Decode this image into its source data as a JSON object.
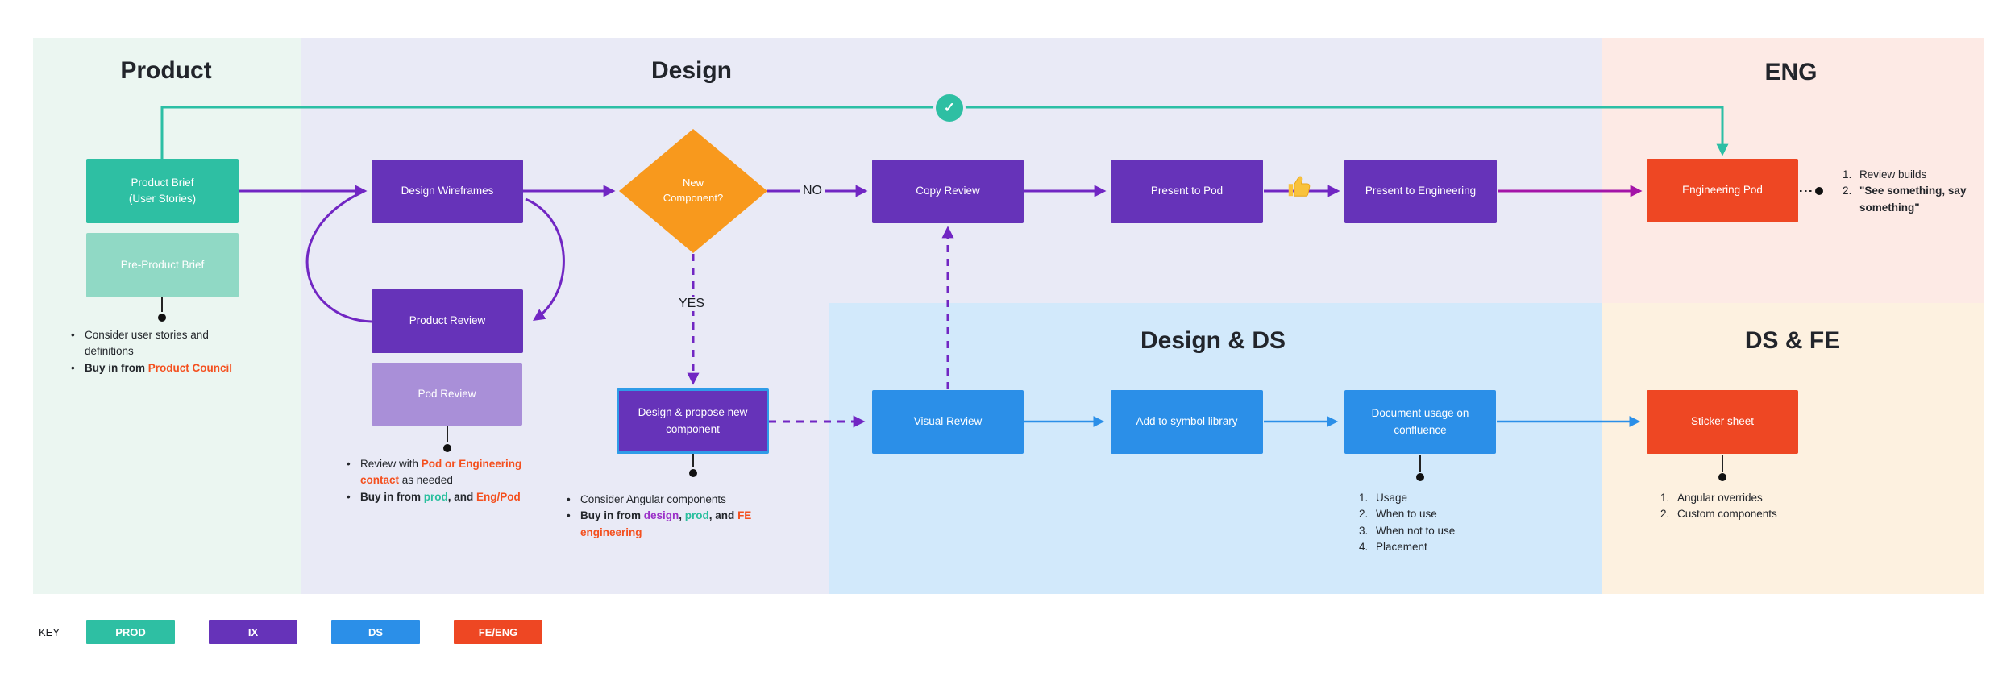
{
  "lanes": {
    "product": "Product",
    "design": "Design",
    "eng": "ENG",
    "design_ds": "Design & DS",
    "ds_fe": "DS & FE"
  },
  "nodes": {
    "product_brief": "Product Brief\n(User Stories)",
    "pre_product_brief": "Pre-Product Brief",
    "design_wireframes": "Design Wireframes",
    "product_review": "Product Review",
    "pod_review": "Pod Review",
    "new_component": "New\nComponent?",
    "copy_review": "Copy Review",
    "present_to_pod": "Present to Pod",
    "present_to_engineering": "Present to Engineering",
    "engineering_pod": "Engineering Pod",
    "design_propose": "Design & propose new\ncomponent",
    "visual_review": "Visual Review",
    "add_symbol_library": "Add to symbol library",
    "document_usage": "Document usage on\nconfluence",
    "sticker_sheet": "Sticker sheet"
  },
  "labels": {
    "no": "NO",
    "yes": "YES",
    "check": "✓"
  },
  "icons": {
    "approved_check": "check-icon",
    "thumbs_up": "thumbs-up-icon"
  },
  "notes": {
    "product": [
      [
        {
          "t": "•",
          "c": "mk"
        },
        {
          "t": "Consider user stories and definitions"
        }
      ],
      [
        {
          "t": "•",
          "c": "mk"
        },
        {
          "t": "Buy in from ",
          "c": "b"
        },
        {
          "t": "Product Council",
          "c": "b c-red"
        }
      ]
    ],
    "pod": [
      [
        {
          "t": "•",
          "c": "mk"
        },
        {
          "t": "Review with "
        },
        {
          "t": "Pod or Engineering contact",
          "c": "b c-red"
        },
        {
          "t": " as needed"
        }
      ],
      [
        {
          "t": "•",
          "c": "mk"
        },
        {
          "t": "Buy in from ",
          "c": "b"
        },
        {
          "t": "prod",
          "c": "b c-green"
        },
        {
          "t": ", and ",
          "c": "b"
        },
        {
          "t": "Eng/Pod",
          "c": "b c-red"
        }
      ]
    ],
    "propose": [
      [
        {
          "t": "•",
          "c": "mk"
        },
        {
          "t": "Consider Angular components"
        }
      ],
      [
        {
          "t": "•",
          "c": "mk"
        },
        {
          "t": "Buy in from ",
          "c": "b"
        },
        {
          "t": "design",
          "c": "b c-purple"
        },
        {
          "t": ", ",
          "c": "b"
        },
        {
          "t": "prod",
          "c": "b c-green"
        },
        {
          "t": ", and ",
          "c": "b"
        },
        {
          "t": "FE engineering",
          "c": "b c-red"
        }
      ]
    ],
    "eng": [
      [
        {
          "t": "1.",
          "c": "mkn"
        },
        {
          "t": "Review builds"
        }
      ],
      [
        {
          "t": "2.",
          "c": "mkn"
        },
        {
          "t": "\"See something, say something\"",
          "c": "b"
        }
      ]
    ],
    "design_ds": [
      [
        {
          "t": "1.",
          "c": "mkn"
        },
        {
          "t": "Usage"
        }
      ],
      [
        {
          "t": "2.",
          "c": "mkn"
        },
        {
          "t": "When to use"
        }
      ],
      [
        {
          "t": "3.",
          "c": "mkn"
        },
        {
          "t": "When not to use"
        }
      ],
      [
        {
          "t": "4.",
          "c": "mkn"
        },
        {
          "t": "Placement"
        }
      ]
    ],
    "ds_fe": [
      [
        {
          "t": "1.",
          "c": "mkn"
        },
        {
          "t": "Angular overrides"
        }
      ],
      [
        {
          "t": "2.",
          "c": "mkn"
        },
        {
          "t": "Custom components"
        }
      ]
    ]
  },
  "key": {
    "label": "KEY",
    "items": [
      {
        "label": "PROD",
        "color": "#2ebfa3"
      },
      {
        "label": "IX",
        "color": "#6633b9"
      },
      {
        "label": "DS",
        "color": "#2b8fe8"
      },
      {
        "label": "FE/ENG",
        "color": "#ee4723"
      }
    ]
  },
  "colors": {
    "prod_teal": "#2ebfa3",
    "light_teal": "#90d9c5",
    "ix_purple": "#6633b9",
    "light_purple": "#a98fd8",
    "ds_blue": "#2b8fe8",
    "fe_eng_red": "#ee4723",
    "decision_orange": "#f8991d",
    "arrow_purple": "#7126c3",
    "arrow_magenta": "#a414a8",
    "line_teal": "#2cbfa5",
    "lane_product_bg": "#ebf6f1",
    "lane_design_bg": "#e9eaf6",
    "lane_eng_bg": "#fdeae5",
    "lane_design_ds_bg": "#d2e9fb",
    "lane_ds_fe_bg": "#fdf1e0",
    "note_red": "#f4501f",
    "note_green": "#2abf9e",
    "note_purple": "#9b30c8"
  }
}
